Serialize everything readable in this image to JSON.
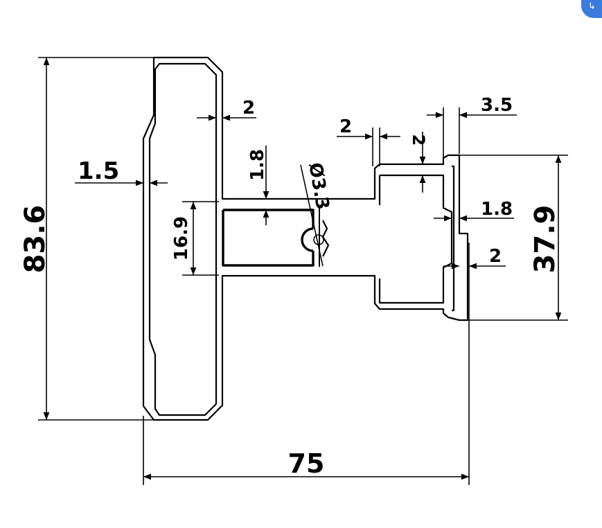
{
  "dimensions": {
    "total_height": "83.6",
    "total_width": "75",
    "face_thickness": "1.5",
    "wall_top": "2",
    "web_thickness": "1.8",
    "tube_height": "16.9",
    "screw_port": "Ø3.3",
    "channel_wall": "2",
    "channel_gap": "2",
    "lip": "3.5",
    "channel_height": "37.9",
    "channel_side": "1.8",
    "channel_end": "2"
  },
  "corner_icon": "redirect-icon"
}
